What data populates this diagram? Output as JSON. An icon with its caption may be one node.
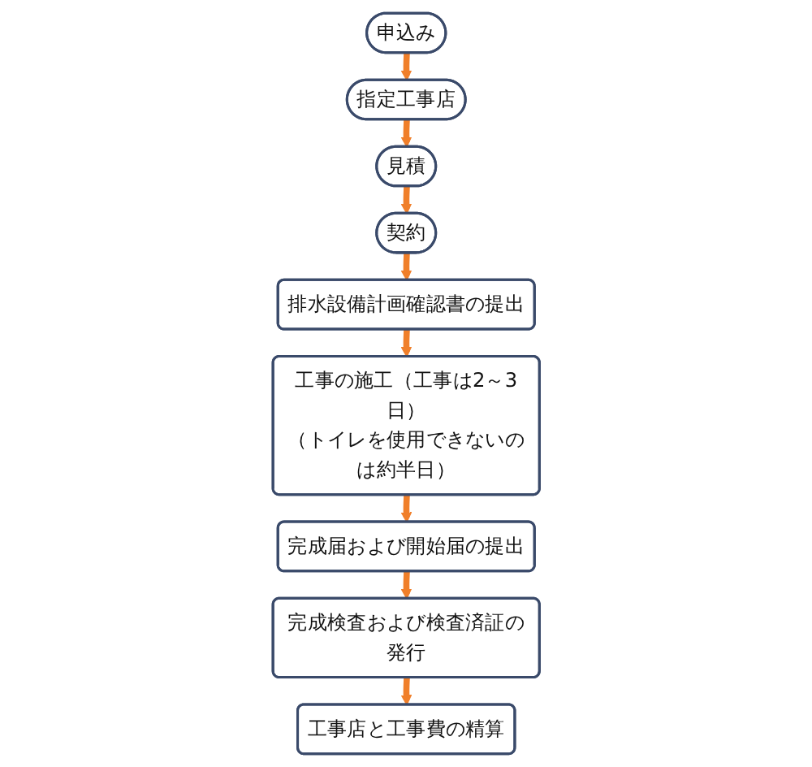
{
  "diagram": {
    "nodes": [
      {
        "text": [
          "申込み"
        ]
      },
      {
        "text": [
          "指定工事店"
        ]
      },
      {
        "text": [
          "見積"
        ]
      },
      {
        "text": [
          "契約"
        ]
      },
      {
        "text": [
          "排水設備計画確認書の提出"
        ]
      },
      {
        "text": [
          "工事の施工（工事は2～3日）",
          "（トイレを使用できないのは約半日）"
        ]
      },
      {
        "text": [
          "完成届および開始届の提出"
        ]
      },
      {
        "text": [
          "完成検査および検査済証の発行"
        ]
      },
      {
        "text": [
          "工事店と工事費の精算"
        ]
      }
    ],
    "edges": [
      {
        "from": 0,
        "to": 1,
        "arrow": "to"
      },
      {
        "from": 1,
        "to": 2,
        "arrow": "to"
      },
      {
        "from": 2,
        "to": 3,
        "arrow": "to"
      },
      {
        "from": 3,
        "to": 4,
        "arrow": "to"
      },
      {
        "from": 4,
        "to": 5,
        "arrow": "to"
      },
      {
        "from": 5,
        "to": 6,
        "arrow": "to"
      },
      {
        "from": 6,
        "to": 7,
        "arrow": "to"
      },
      {
        "from": 7,
        "to": 8,
        "arrow": "to"
      }
    ]
  }
}
